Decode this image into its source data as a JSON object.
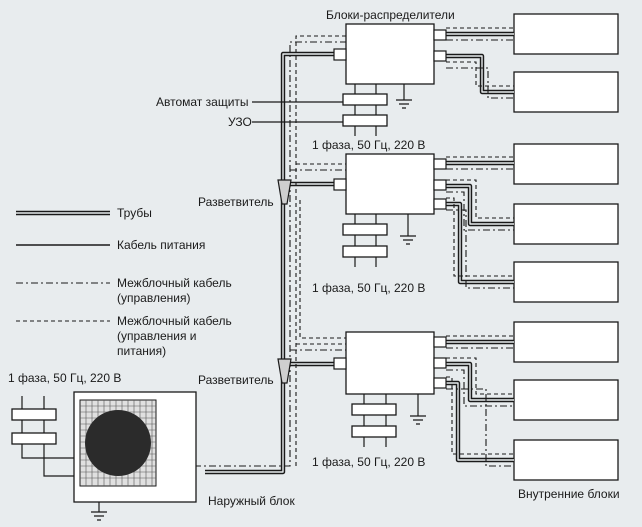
{
  "labels": {
    "distributors": "Блоки-распределители",
    "breaker": "Автомат защиты",
    "rcd": "УЗО",
    "power_top": "1 фаза, 50 Гц, 220 В",
    "power_mid": "1 фаза, 50 Гц, 220 В",
    "power_bottom": "1 фаза, 50 Гц, 220 В",
    "power_outdoor": "1 фаза, 50 Гц, 220 В",
    "splitter_upper": "Разветвитель",
    "splitter_lower": "Разветвитель",
    "outdoor_unit": "Наружный блок",
    "indoor_units": "Внутренние блоки"
  },
  "legend": {
    "pipes": "Трубы",
    "power_cable": "Кабель питания",
    "control_cable_1": "Межблочный кабель",
    "control_cable_2": "(управления)",
    "ctrl_power_cable_1": "Межблочный кабель",
    "ctrl_power_cable_2": "(управления и",
    "ctrl_power_cable_3": "питания)"
  },
  "colors": {
    "line": "#1a1a1a",
    "background": "#e8ecee",
    "fan": "#2b2b2b"
  }
}
